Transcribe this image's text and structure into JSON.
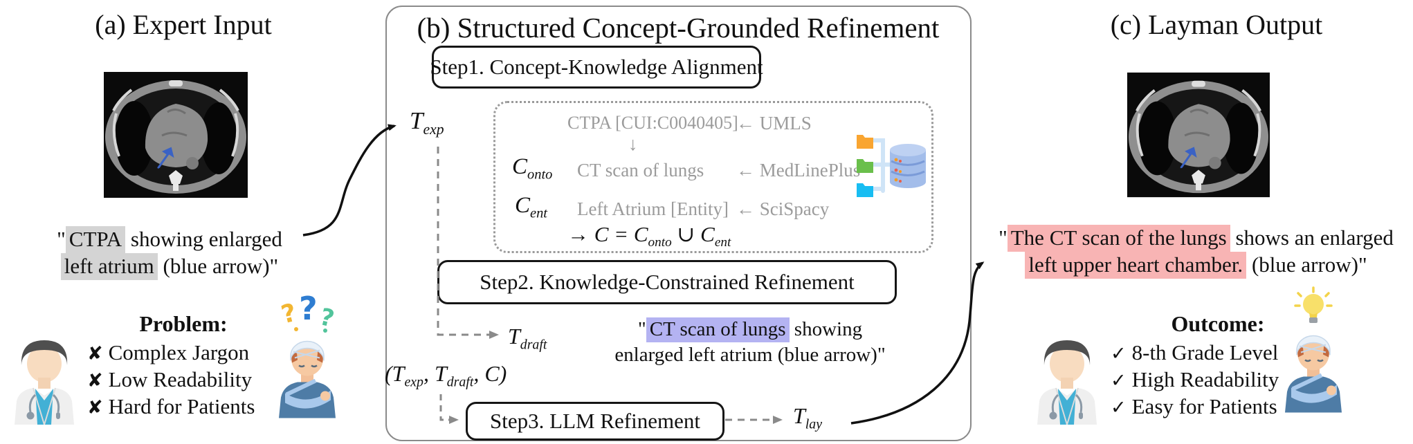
{
  "panel_a": {
    "title": "(a) Expert Input",
    "quote": {
      "open": "\"",
      "hl1": "CTPA",
      "mid": " showing enlarged",
      "hl2": "left atrium",
      "tail": " (blue arrow)\""
    },
    "problem": {
      "heading": "Problem:",
      "items": [
        {
          "mark": "✘",
          "label": "Complex Jargon"
        },
        {
          "mark": "✘",
          "label": "Low Readability"
        },
        {
          "mark": "✘",
          "label": "Hard for Patients"
        }
      ]
    }
  },
  "panel_b": {
    "title": "(b) Structured Concept-Grounded Refinement",
    "step1": "Step1. Concept-Knowledge Alignment",
    "step2": "Step2. Knowledge-Constrained Refinement",
    "step3": "Step3. LLM Refinement",
    "t_exp": {
      "base": "T",
      "sub": "exp"
    },
    "t_draft": {
      "base": "T",
      "sub": "draft"
    },
    "t_lay": {
      "base": "T",
      "sub": "lay"
    },
    "tuple": {
      "p1": "(T",
      "s1": "exp",
      "p2": ", T",
      "s2": "draft",
      "p3": ", C)"
    },
    "alignment": {
      "ctpa": "CTPA [CUI:C0040405]",
      "umls": "← UMLS",
      "down_arrow": "↓",
      "c_onto": {
        "base": "C",
        "sub": "onto"
      },
      "ct_scan": "CT scan of lungs",
      "medlineplus": "← MedLinePlus",
      "c_ent": {
        "base": "C",
        "sub": "ent"
      },
      "left_atrium": "Left Atrium [Entity]",
      "scispacy": "← SciSpacy",
      "union": {
        "p1": "→ C = C",
        "s1": "onto",
        "p2": " ∪ C",
        "s2": "ent"
      }
    },
    "draft_quote": {
      "open": "\"",
      "hl": "CT scan of lungs",
      "rest1": " showing",
      "line2": "enlarged left atrium (blue arrow)\""
    }
  },
  "panel_c": {
    "title": "(c) Layman Output",
    "quote": {
      "open": "\"",
      "hl1": "The CT scan of the lungs",
      "mid": " shows an enlarged",
      "hl2": "left upper heart chamber.",
      "tail": " (blue arrow)\""
    },
    "outcome": {
      "heading": "Outcome:",
      "items": [
        {
          "mark": "✓",
          "label": "8-th Grade Level"
        },
        {
          "mark": "✓",
          "label": "High Readability"
        },
        {
          "mark": "✓",
          "label": "Easy for Patients"
        }
      ]
    }
  },
  "colors": {
    "gray_hl": "#d4d4d4",
    "blue_hl": "#b4b3f2",
    "pink_hl": "#f8b4b4",
    "muted_text": "#9b9b9b",
    "panel_border": "#8a8a8a",
    "blue_arrow": "#3a62c4"
  }
}
